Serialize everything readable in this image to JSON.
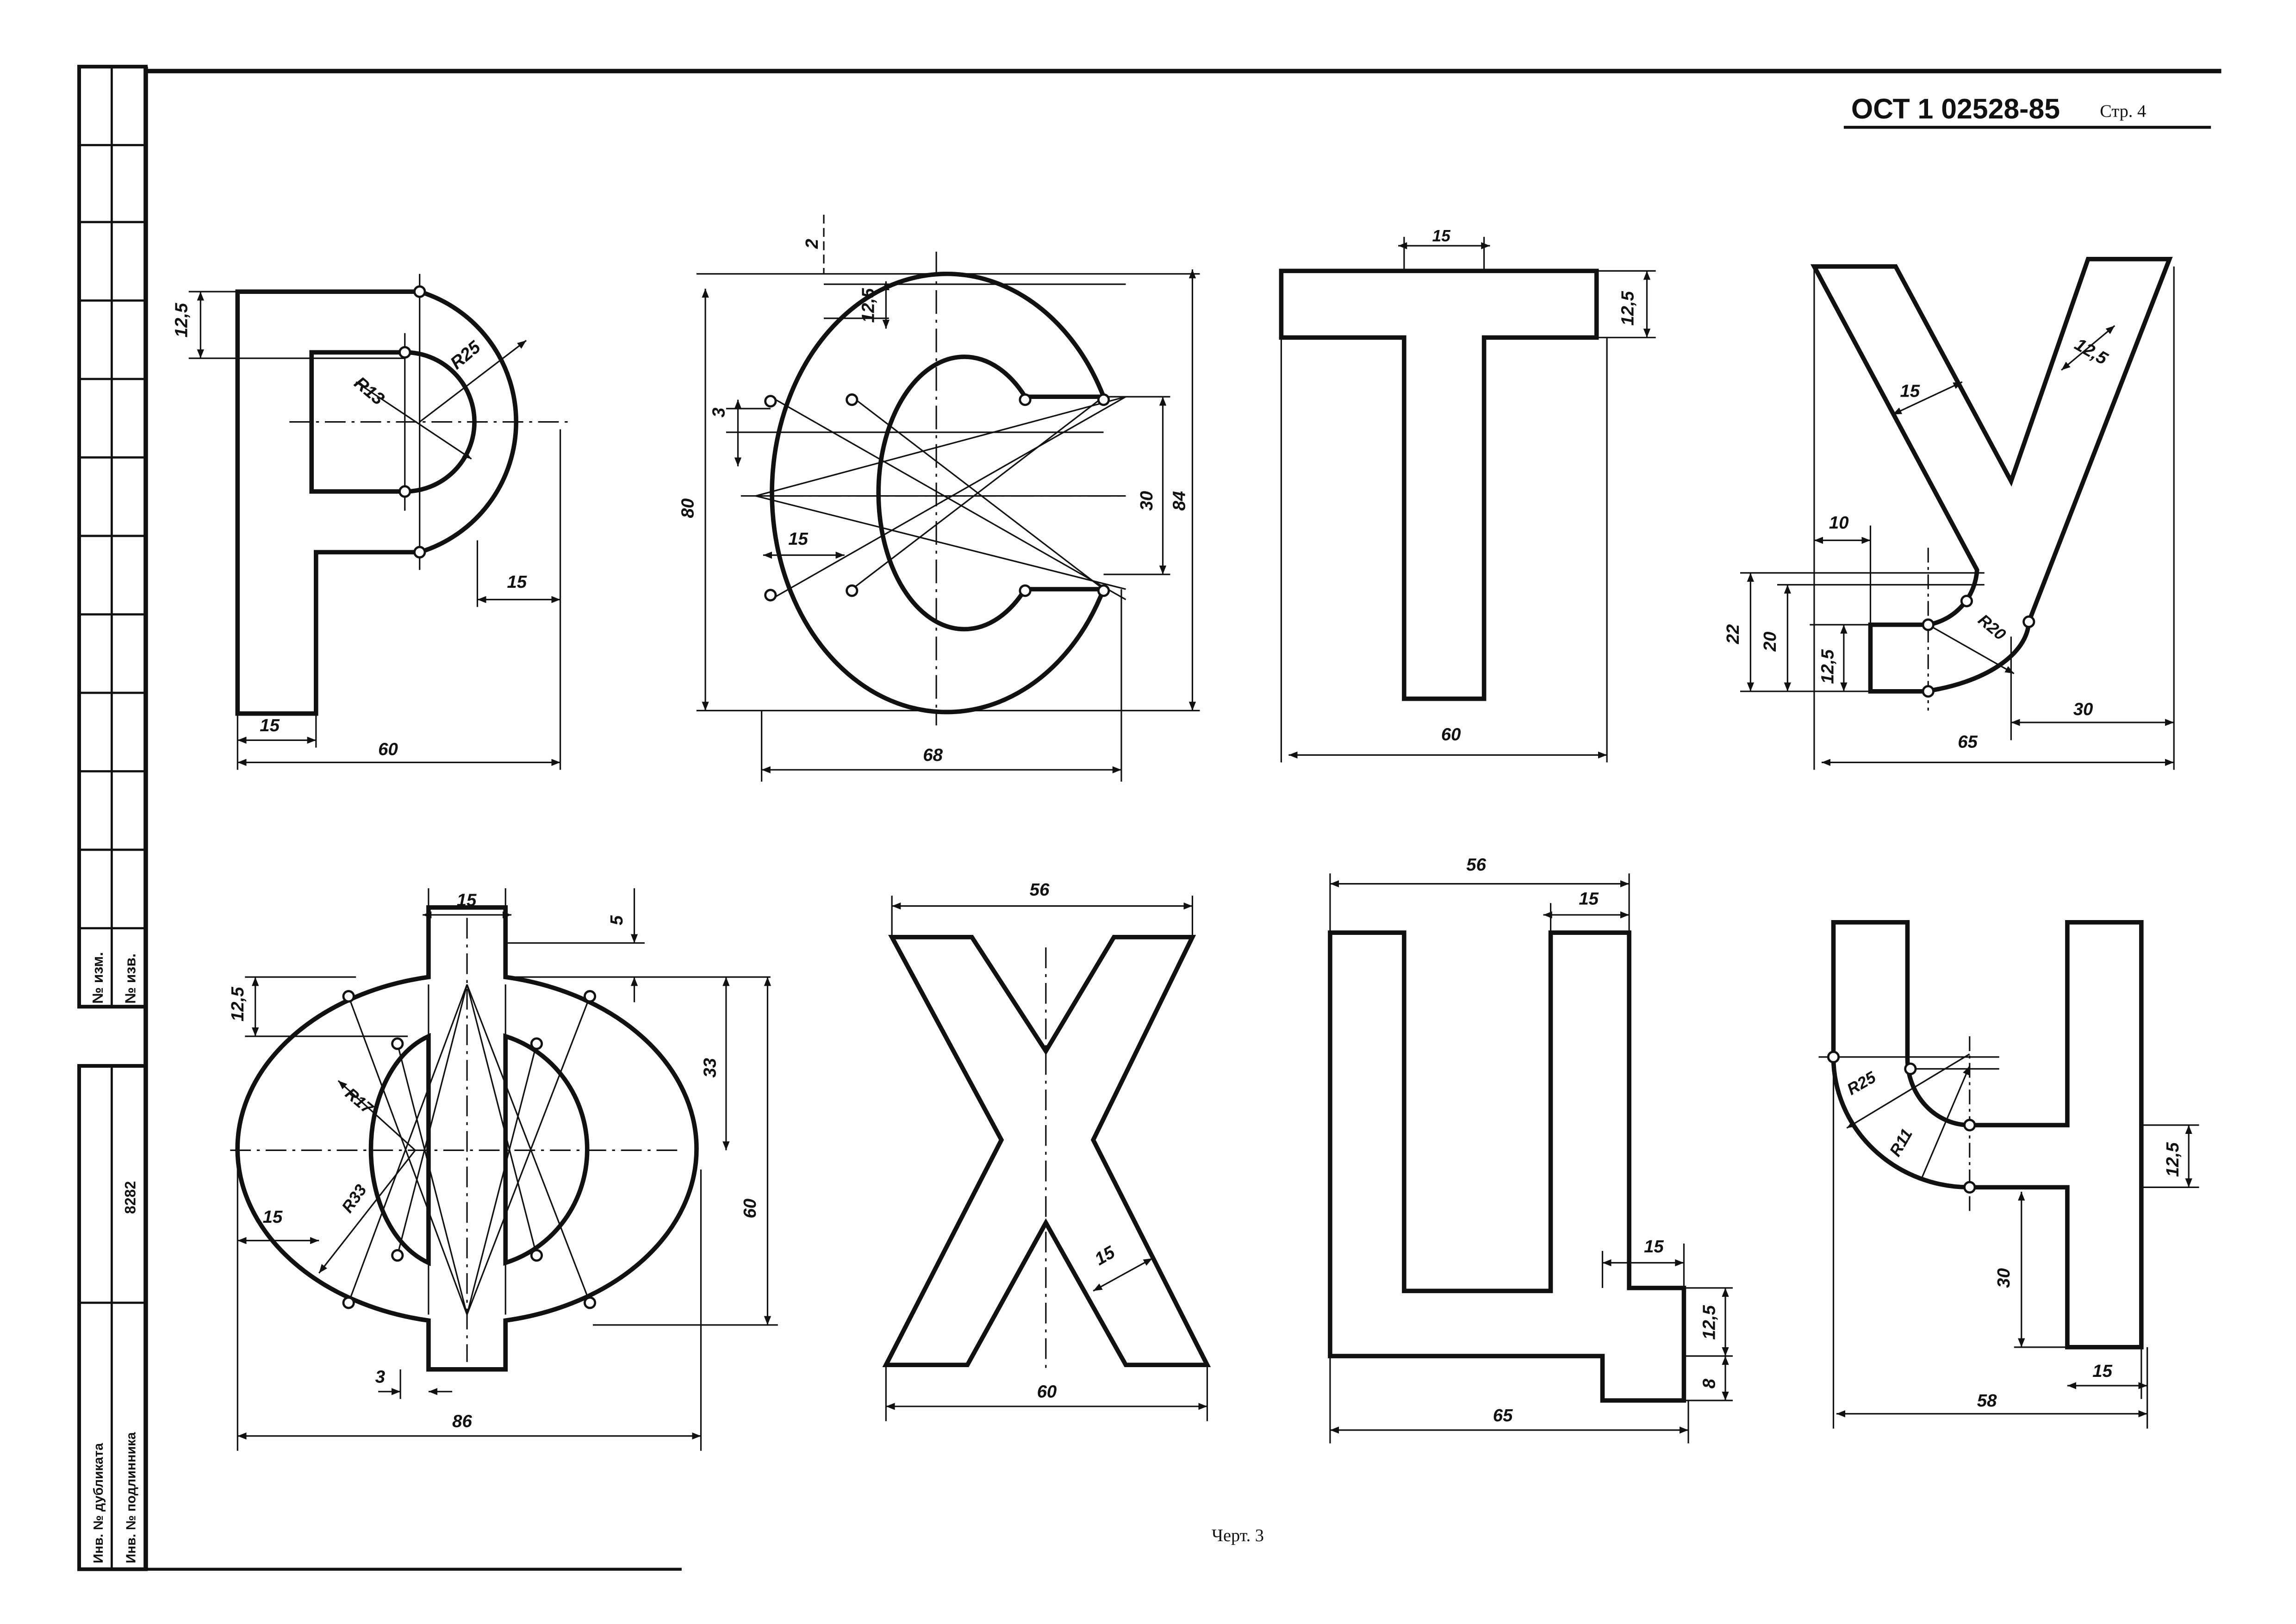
{
  "header": {
    "document_code": "ОСТ 1 02528-85",
    "page_label": "Стр. 4"
  },
  "caption": "Черт. 3",
  "side_block": {
    "change_no_1": "№ изм.",
    "change_no_2": "№ изв.",
    "inv_original": "8282",
    "inv_duplicate": "Инв. № дубликата",
    "inv_original_label": "Инв. № подлинника"
  },
  "letters": {
    "R": {
      "dims": [
        "12,5",
        "R13",
        "R25",
        "15",
        "15",
        "60"
      ]
    },
    "S": {
      "dims": [
        "2",
        "12,5",
        "3",
        "80",
        "84",
        "30",
        "15",
        "68"
      ]
    },
    "T": {
      "dims": [
        "15",
        "12,5",
        "60"
      ]
    },
    "U": {
      "dims": [
        "15",
        "12,5",
        "10",
        "22",
        "20",
        "12,5",
        "R20",
        "30",
        "65"
      ]
    },
    "F": {
      "dims": [
        "15",
        "5",
        "12,5",
        "33",
        "60",
        "R17",
        "R33",
        "15",
        "3",
        "86"
      ]
    },
    "KH": {
      "dims": [
        "56",
        "15",
        "60"
      ]
    },
    "TS": {
      "dims": [
        "56",
        "15",
        "15",
        "12,5",
        "8",
        "65"
      ]
    },
    "CH": {
      "dims": [
        "R25",
        "R11",
        "12,5",
        "30",
        "15",
        "58"
      ]
    }
  }
}
